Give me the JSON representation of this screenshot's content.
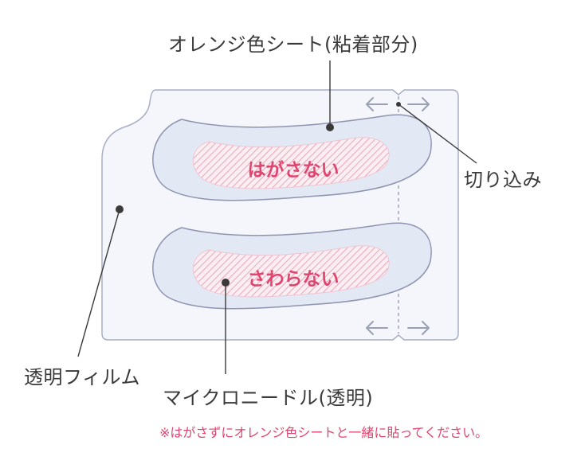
{
  "labels": {
    "orange_sheet": "オレンジ色シート(粘着部分)",
    "notch": "切り込み",
    "film": "透明フィルム",
    "microneedle": "マイクロニードル(透明)"
  },
  "patches": {
    "upper_text": "はがさない",
    "lower_text": "さわらない"
  },
  "note": "※はがさずにオレンジ色シートと一緒に貼ってください。",
  "colors": {
    "film_fill": "#f4f6fb",
    "film_stroke": "#a9afc4",
    "patch_fill": "#e3e8f5",
    "patch_stroke": "#8e94b0",
    "hatch": "#e7a6b9",
    "accent_text": "#e0456f",
    "label_text": "#3a3a3a",
    "leader": "#3a3a3a",
    "arrow": "#9aa0b4"
  },
  "icons": [
    "arrow-left-icon",
    "arrow-right-icon",
    "leader-dot-icon"
  ]
}
